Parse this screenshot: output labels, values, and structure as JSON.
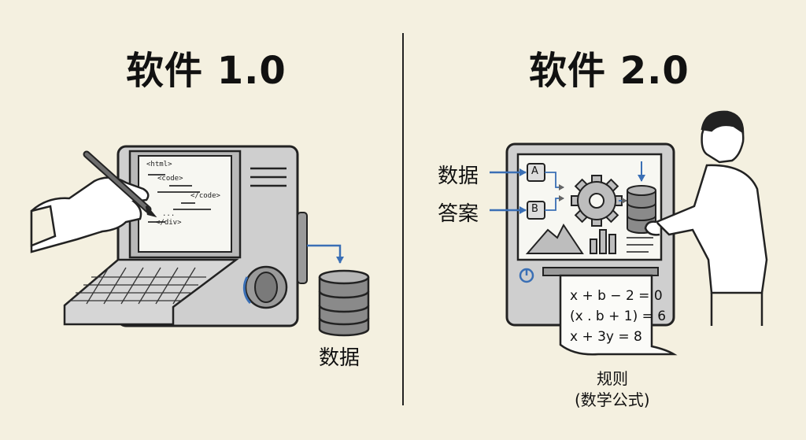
{
  "left_panel": {
    "title": "软件 1.0",
    "code_lines": [
      "<html>",
      "<code>",
      "</code>",
      "...",
      "</div>"
    ],
    "database_label": "数据"
  },
  "right_panel": {
    "title": "软件 2.0",
    "input_data_label": "数据",
    "input_answer_label": "答案",
    "box_a": "A",
    "box_b": "B",
    "equations": [
      "x + b − 2 = 0",
      "(x . b + 1) = 6",
      "x + 3y = 8"
    ],
    "rules_label": "规则",
    "rules_sublabel": "(数学公式)"
  },
  "colors": {
    "background": "#f4f0e0",
    "accent_blue": "#3a6fb5",
    "machine_gray": "#c9c9c9",
    "ink": "#111111"
  }
}
